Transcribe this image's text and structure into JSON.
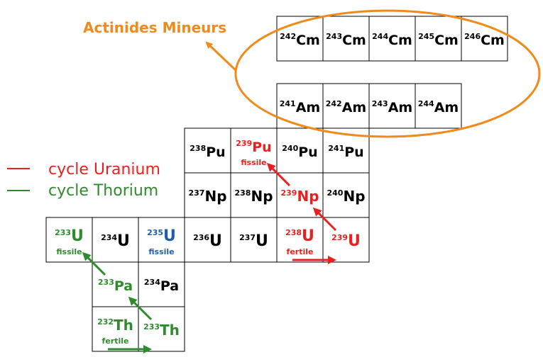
{
  "title": "Actinides Mineurs",
  "legend": [
    {
      "label": "cycle Uranium",
      "color": "#e8201f"
    },
    {
      "label": "cycle Thorium",
      "color": "#2e8b2e"
    }
  ],
  "colors": {
    "uranium": "#e8201f",
    "thorium": "#2e8b2e",
    "u235": "#1f5fa8",
    "highlight": "#f08a1a",
    "text": "#000000"
  },
  "nuclides": [
    {
      "id": "cm242",
      "mass": "242",
      "symbol": "Cm",
      "label": "",
      "color": "text"
    },
    {
      "id": "cm243",
      "mass": "243",
      "symbol": "Cm",
      "label": "",
      "color": "text"
    },
    {
      "id": "cm244",
      "mass": "244",
      "symbol": "Cm",
      "label": "",
      "color": "text"
    },
    {
      "id": "cm245",
      "mass": "245",
      "symbol": "Cm",
      "label": "",
      "color": "text"
    },
    {
      "id": "cm246",
      "mass": "246",
      "symbol": "Cm",
      "label": "",
      "color": "text"
    },
    {
      "id": "am241",
      "mass": "241",
      "symbol": "Am",
      "label": "",
      "color": "text"
    },
    {
      "id": "am242",
      "mass": "242",
      "symbol": "Am",
      "label": "",
      "color": "text"
    },
    {
      "id": "am243",
      "mass": "243",
      "symbol": "Am",
      "label": "",
      "color": "text"
    },
    {
      "id": "am244",
      "mass": "244",
      "symbol": "Am",
      "label": "",
      "color": "text"
    },
    {
      "id": "pu238",
      "mass": "238",
      "symbol": "Pu",
      "label": "",
      "color": "text"
    },
    {
      "id": "pu239",
      "mass": "239",
      "symbol": "Pu",
      "label": "fissile",
      "color": "uranium"
    },
    {
      "id": "pu240",
      "mass": "240",
      "symbol": "Pu",
      "label": "",
      "color": "text"
    },
    {
      "id": "pu241",
      "mass": "241",
      "symbol": "Pu",
      "label": "",
      "color": "text"
    },
    {
      "id": "np237",
      "mass": "237",
      "symbol": "Np",
      "label": "",
      "color": "text"
    },
    {
      "id": "np238",
      "mass": "238",
      "symbol": "Np",
      "label": "",
      "color": "text"
    },
    {
      "id": "np239",
      "mass": "239",
      "symbol": "Np",
      "label": "",
      "color": "uranium"
    },
    {
      "id": "np240",
      "mass": "240",
      "symbol": "Np",
      "label": "",
      "color": "text"
    },
    {
      "id": "u233",
      "mass": "233",
      "symbol": "U",
      "label": "fissile",
      "color": "thorium"
    },
    {
      "id": "u234",
      "mass": "234",
      "symbol": "U",
      "label": "",
      "color": "text"
    },
    {
      "id": "u235",
      "mass": "235",
      "symbol": "U",
      "label": "fissile",
      "color": "u235"
    },
    {
      "id": "u236",
      "mass": "236",
      "symbol": "U",
      "label": "",
      "color": "text"
    },
    {
      "id": "u237",
      "mass": "237",
      "symbol": "U",
      "label": "",
      "color": "text"
    },
    {
      "id": "u238",
      "mass": "238",
      "symbol": "U",
      "label": "fertile",
      "color": "uranium"
    },
    {
      "id": "u239",
      "mass": "239",
      "symbol": "U",
      "label": "",
      "color": "uranium"
    },
    {
      "id": "pa233",
      "mass": "233",
      "symbol": "Pa",
      "label": "",
      "color": "thorium"
    },
    {
      "id": "pa234",
      "mass": "234",
      "symbol": "Pa",
      "label": "",
      "color": "text"
    },
    {
      "id": "th232",
      "mass": "232",
      "symbol": "Th",
      "label": "fertile",
      "color": "thorium"
    },
    {
      "id": "th233",
      "mass": "233",
      "symbol": "Th",
      "label": "",
      "color": "thorium"
    }
  ],
  "transitions": [
    {
      "from": "th232",
      "to": "th233",
      "cycle": "thorium",
      "kind": "capture"
    },
    {
      "from": "th233",
      "to": "pa233",
      "cycle": "thorium",
      "kind": "decay"
    },
    {
      "from": "pa233",
      "to": "u233",
      "cycle": "thorium",
      "kind": "decay"
    },
    {
      "from": "u238",
      "to": "u239",
      "cycle": "uranium",
      "kind": "capture"
    },
    {
      "from": "u239",
      "to": "np239",
      "cycle": "uranium",
      "kind": "decay"
    },
    {
      "from": "np239",
      "to": "pu239",
      "cycle": "uranium",
      "kind": "decay"
    }
  ]
}
